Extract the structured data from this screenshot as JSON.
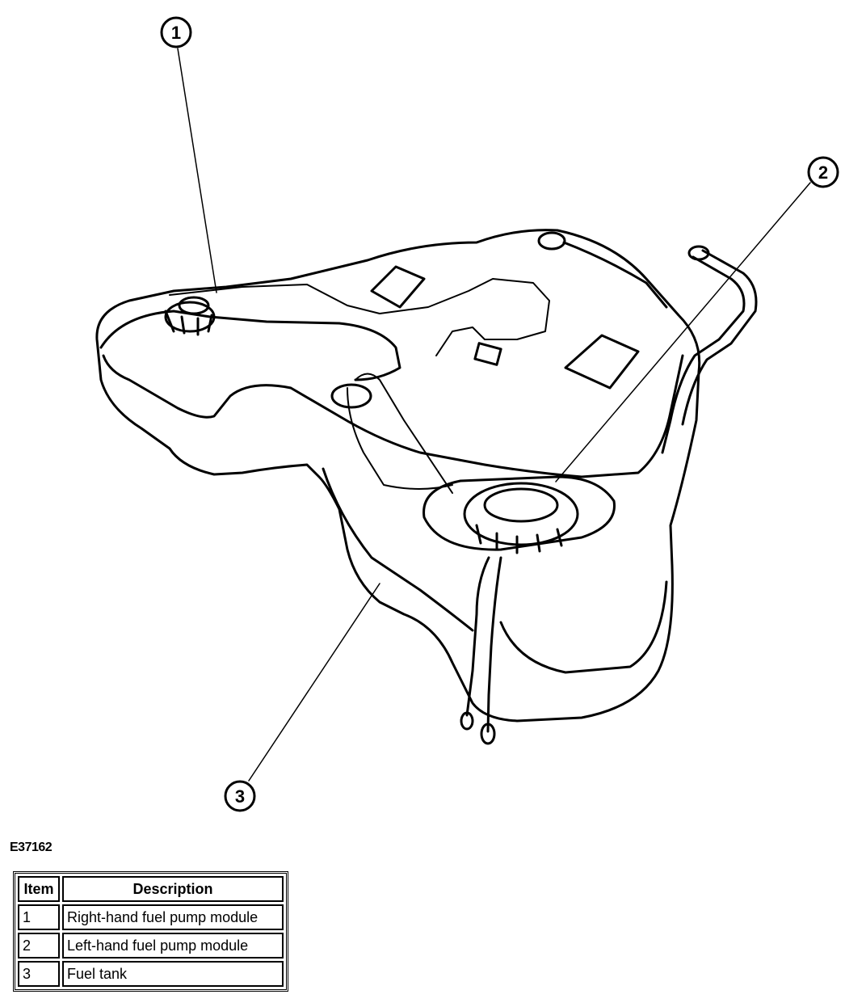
{
  "diagram": {
    "callouts": [
      {
        "label": "1",
        "name": "callout-1"
      },
      {
        "label": "2",
        "name": "callout-2"
      },
      {
        "label": "3",
        "name": "callout-3"
      }
    ],
    "figure_id": "E37162"
  },
  "legend": {
    "headers": {
      "item": "Item",
      "description": "Description"
    },
    "rows": [
      {
        "item": "1",
        "description": "Right-hand fuel pump module"
      },
      {
        "item": "2",
        "description": "Left-hand fuel pump module"
      },
      {
        "item": "3",
        "description": "Fuel tank"
      }
    ]
  }
}
